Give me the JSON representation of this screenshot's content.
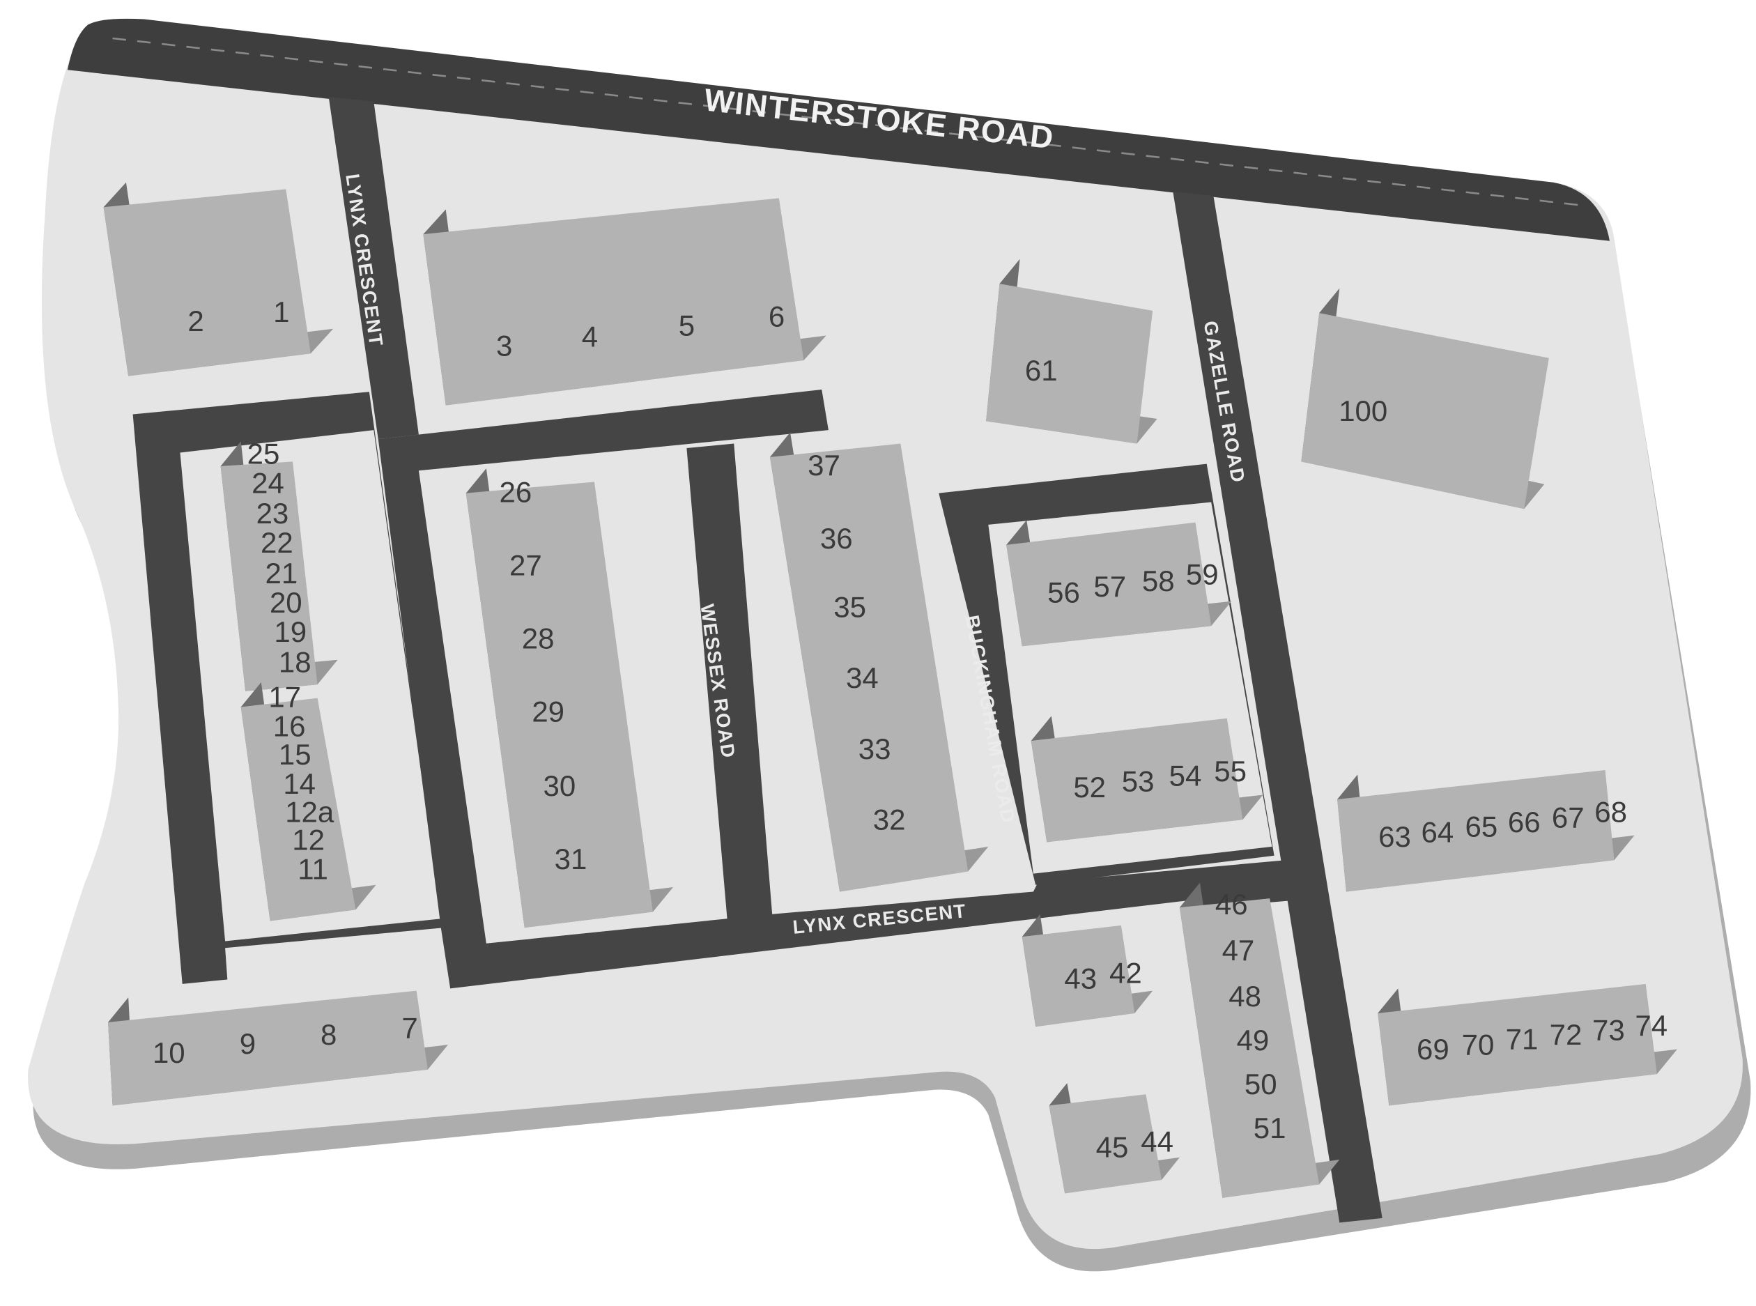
{
  "roads": {
    "winterstoke": "WINTERSTOKE ROAD",
    "lynx_north": "LYNX CRESCENT",
    "lynx_south": "LYNX CRESCENT",
    "wessex": "WESSEX ROAD",
    "buckingham": "BUCKINGHAM ROAD",
    "gazelle": "GAZELLE ROAD"
  },
  "units": {
    "u1": "1",
    "u2": "2",
    "u3": "3",
    "u4": "4",
    "u5": "5",
    "u6": "6",
    "u7": "7",
    "u8": "8",
    "u9": "9",
    "u10": "10",
    "u11": "11",
    "u12": "12",
    "u12a": "12a",
    "u14": "14",
    "u15": "15",
    "u16": "16",
    "u17": "17",
    "u18": "18",
    "u19": "19",
    "u20": "20",
    "u21": "21",
    "u22": "22",
    "u23": "23",
    "u24": "24",
    "u25": "25",
    "u26": "26",
    "u27": "27",
    "u28": "28",
    "u29": "29",
    "u30": "30",
    "u31": "31",
    "u32": "32",
    "u33": "33",
    "u34": "34",
    "u35": "35",
    "u36": "36",
    "u37": "37",
    "u42": "42",
    "u43": "43",
    "u44": "44",
    "u45": "45",
    "u46": "46",
    "u47": "47",
    "u48": "48",
    "u49": "49",
    "u50": "50",
    "u51": "51",
    "u52": "52",
    "u53": "53",
    "u54": "54",
    "u55": "55",
    "u56": "56",
    "u57": "57",
    "u58": "58",
    "u59": "59",
    "u61": "61",
    "u63": "63",
    "u64": "64",
    "u65": "65",
    "u66": "66",
    "u67": "67",
    "u68": "68",
    "u69": "69",
    "u70": "70",
    "u71": "71",
    "u72": "72",
    "u73": "73",
    "u74": "74",
    "u100": "100"
  },
  "colors": {
    "site": "#e5e5e5",
    "site_shadow": "#adadad",
    "road": "#454545",
    "roof": "#b3b3b3",
    "wall_left": "#6e6e6e",
    "wall_front": "#999999",
    "label": "#3a3a3a"
  }
}
